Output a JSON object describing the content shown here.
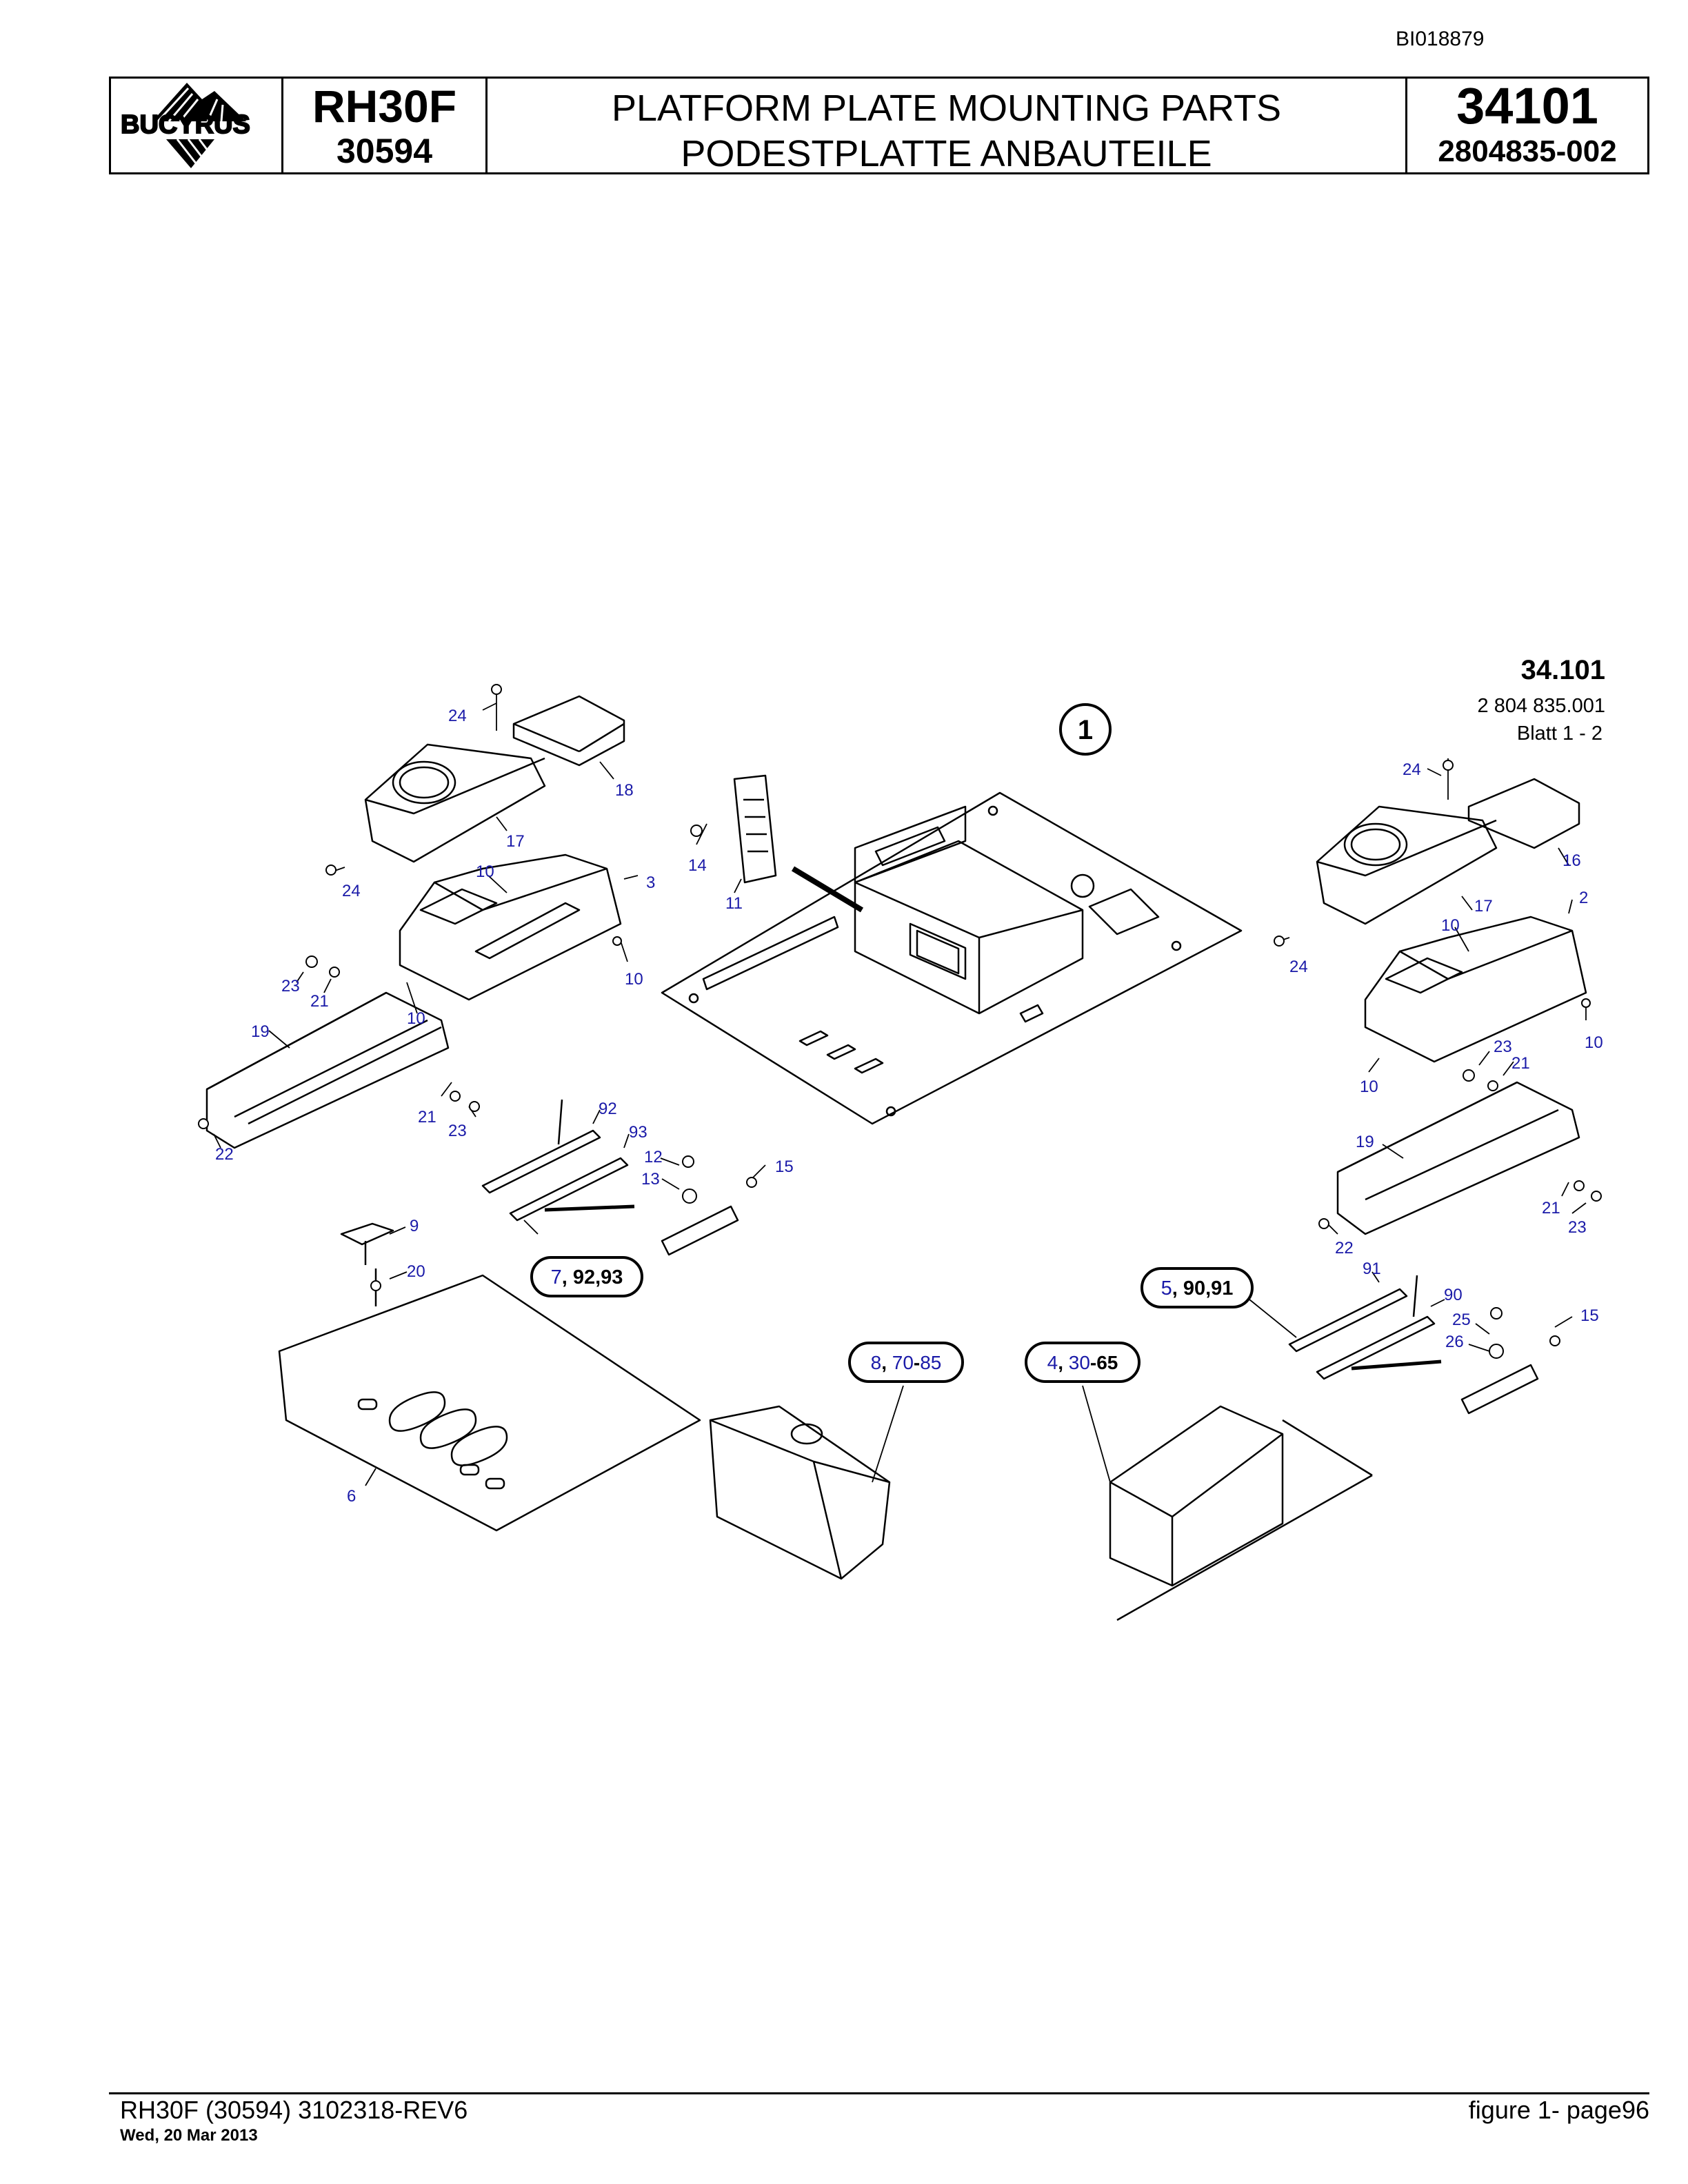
{
  "doc_id": "BI018879",
  "header": {
    "logo_text": "BUCYRUS",
    "model": "RH30F",
    "serial": "30594",
    "title_en": "PLATFORM PLATE MOUNTING PARTS",
    "title_de": "PODESTPLATTE ANBAUTEILE",
    "group_number": "34101",
    "part_number": "2804835-002"
  },
  "drawing": {
    "sheet_no": "34.101",
    "drawing_no": "2 804 835.001",
    "sheet_label": "Blatt 1 - 2",
    "main_item": "1",
    "groups": {
      "g7": {
        "a": "7",
        "b": ", 92,93"
      },
      "g5": {
        "a": "5",
        "b": ", 90,91"
      },
      "g8": {
        "a": "8",
        "b": ", ",
        "c": "70",
        "d": "-",
        "e": "85"
      },
      "g4": {
        "a": "4",
        "b": ", ",
        "c": "30",
        "d": "-65"
      }
    },
    "callouts": {
      "c24a": "24",
      "c18": "18",
      "c17a": "17",
      "c24b": "24",
      "c10a": "10",
      "c3": "3",
      "c14": "14",
      "c11": "11",
      "c10b": "10",
      "c23a": "23",
      "c21a": "21",
      "c10c": "10",
      "c19a": "19",
      "c21b": "21",
      "c23b": "23",
      "c22a": "22",
      "c92": "92",
      "c93": "93",
      "c12": "12",
      "c13": "13",
      "c15a": "15",
      "c9": "9",
      "c20": "20",
      "c6": "6",
      "c24c": "24",
      "c16": "16",
      "c17b": "17",
      "c2": "2",
      "c10d": "10",
      "c24d": "24",
      "c10e": "10",
      "c23c": "23",
      "c21c": "21",
      "c10f": "10",
      "c19b": "19",
      "c21d": "21",
      "c23d": "23",
      "c22b": "22",
      "c91": "91",
      "c90": "90",
      "c25": "25",
      "c15b": "15",
      "c26": "26"
    },
    "colors": {
      "callout": "#1a1aa8",
      "line": "#000000"
    }
  },
  "footer": {
    "left": "RH30F (30594) 3102318-REV6",
    "date": "Wed, 20 Mar 2013",
    "right": "figure  1- page96"
  }
}
